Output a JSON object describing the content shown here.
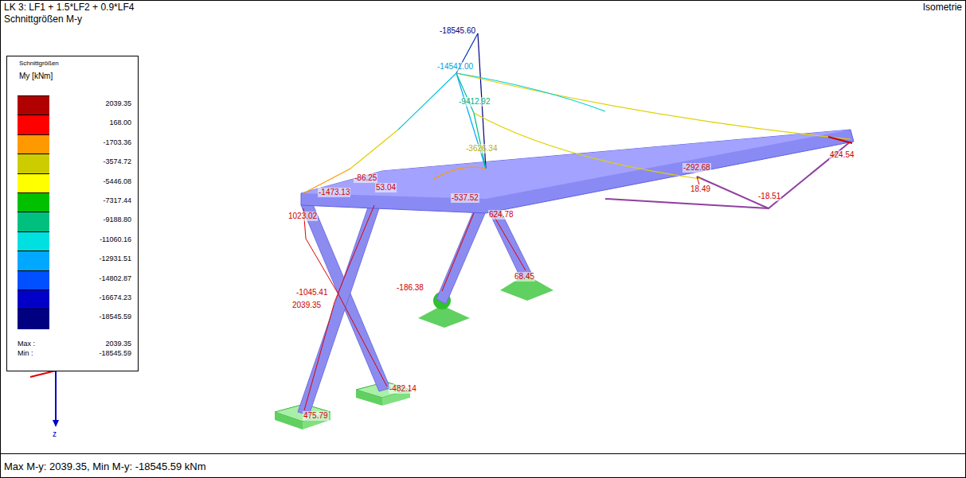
{
  "diagram": {
    "title": "LK 3: LF1 + 1.5*LF2 + 0.9*LF4",
    "caption": "Max M-y: 2039.35, Min M-y: -18545.59 kNm",
    "labels": [
      "Schnittgrößen M-y",
      "Isometrie",
      "Schnittgrößen",
      "My [kNm]",
      "Max :",
      "2039.35",
      "Min :",
      "-18545.59",
      "z",
      "-18545.60",
      "-14541.00",
      "-9412.92",
      "-3626.34",
      "-86.25",
      "53.04",
      "-1473.13",
      "1023.02",
      "-537.52",
      "624.78",
      "-292.68",
      "18.49",
      "-18.51",
      "424.54",
      "-1045.41",
      "2039.35",
      "-186.38",
      "68.45",
      "-482.14",
      "475.79"
    ],
    "legend": [
      {
        "text": "2039.35",
        "color": "#b00000"
      },
      {
        "text": "168.00",
        "color": "#ff0000"
      },
      {
        "text": "-1703.36",
        "color": "#ff9900"
      },
      {
        "text": "-3574.72",
        "color": "#cccc00"
      },
      {
        "text": "-5446.08",
        "color": "#ffff00"
      },
      {
        "text": "-7317.44",
        "color": "#00c000"
      },
      {
        "text": "-9188.80",
        "color": "#00c080"
      },
      {
        "text": "-11060.16",
        "color": "#00e0e0"
      },
      {
        "text": "-12931.51",
        "color": "#00a8ff"
      },
      {
        "text": "-14802.87",
        "color": "#0050ff"
      },
      {
        "text": "-16674.23",
        "color": "#0000c8"
      },
      {
        "text": "-18545.59",
        "color": "#000080"
      }
    ]
  }
}
